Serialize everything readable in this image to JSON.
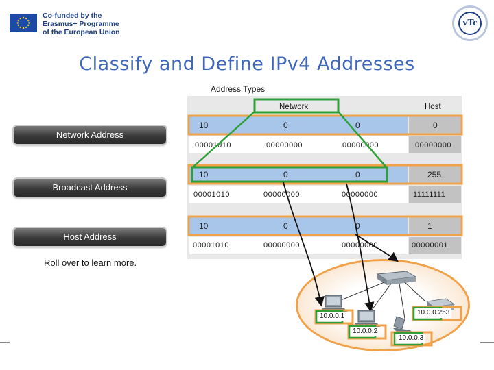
{
  "header": {
    "eu_text_line1": "Co-funded by the",
    "eu_text_line2": "Erasmus+ Programme",
    "eu_text_line3": "of the European Union",
    "logo_text": "vTc",
    "eu_flag_color": "#1d4aa6",
    "logo_color": "#1e3f84"
  },
  "title": "Classify and Define IPv4 Addresses",
  "buttons": {
    "network": "Network Address",
    "broadcast": "Broadcast Address",
    "host": "Host Address"
  },
  "rollover_text": "Roll over to learn more.",
  "panel": {
    "title": "Address Types",
    "network_header": "Network",
    "host_header": "Host",
    "rows": [
      {
        "octets": [
          "10",
          "0",
          "0",
          "0"
        ],
        "binary": [
          "00001010",
          "00000000",
          "00000000",
          "00000000"
        ]
      },
      {
        "octets": [
          "10",
          "0",
          "0",
          "255"
        ],
        "binary": [
          "00001010",
          "00000000",
          "00000000",
          "11111111"
        ]
      },
      {
        "octets": [
          "10",
          "0",
          "0",
          "1"
        ],
        "binary": [
          "00001010",
          "00000000",
          "00000000",
          "00000001"
        ]
      }
    ]
  },
  "network": {
    "hosts": [
      {
        "prefix": "10.0.0.",
        "suffix": "1"
      },
      {
        "prefix": "10.0.0.",
        "suffix": "2"
      },
      {
        "prefix": "10.0.0.",
        "suffix": "253"
      },
      {
        "prefix": "10.0.0.",
        "suffix": "3"
      }
    ]
  },
  "colors": {
    "orange_highlight": "#f0a24a",
    "green_highlight": "#2ea03a",
    "network_row": "#a8c5ea",
    "host_column": "#c2c2c2",
    "title": "#3f66b8"
  }
}
